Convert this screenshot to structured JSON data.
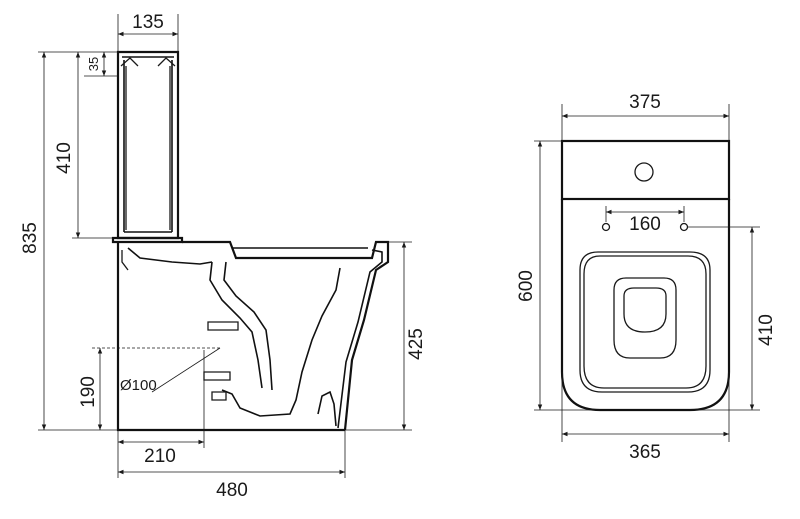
{
  "side_view": {
    "tank_width": "135",
    "tank_lid": "35",
    "tank_height": "410",
    "total_height": "835",
    "pan_height": "425",
    "outlet_height": "190",
    "outlet_diameter": "Ø100",
    "outlet_distance": "210",
    "depth": "480"
  },
  "top_view": {
    "tank_width": "375",
    "fixing_spacing": "160",
    "depth": "600",
    "seat_depth": "410",
    "base_width": "365"
  }
}
